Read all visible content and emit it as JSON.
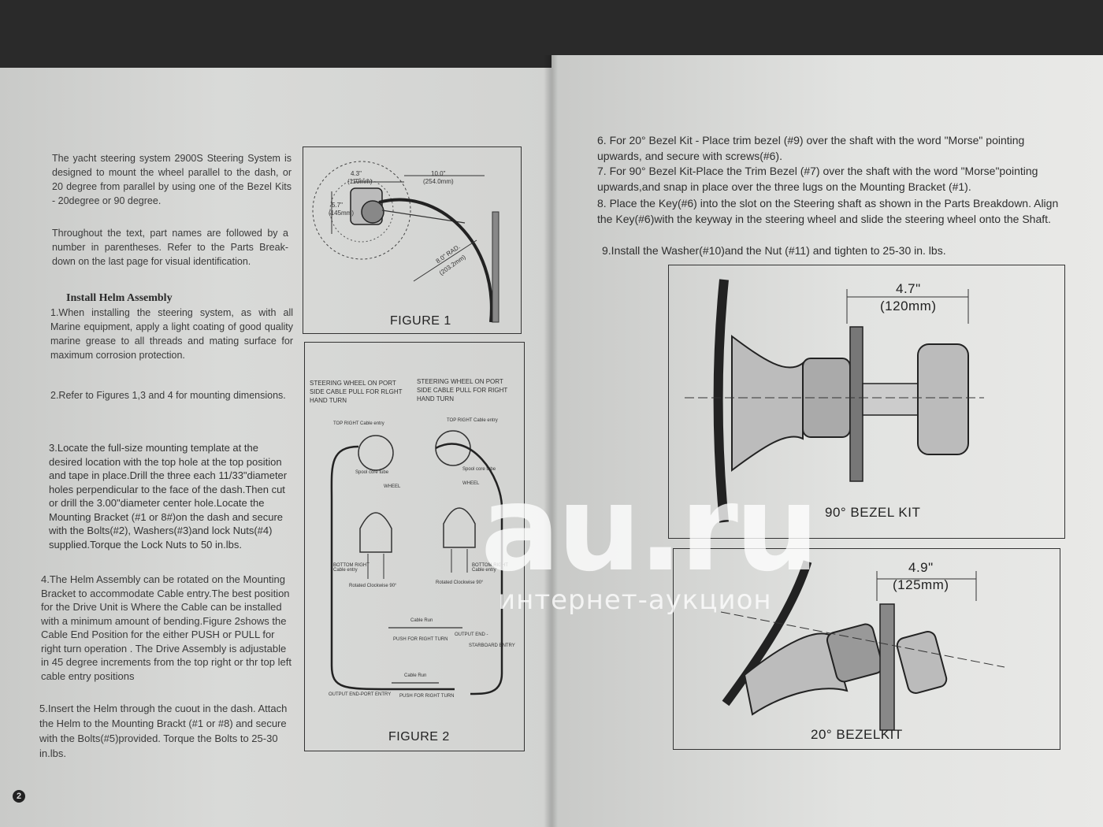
{
  "page_number": "2",
  "left": {
    "intro1": "The yacht steering system 2900S Steering System is designed to mount the wheel parallel to the dash, or 20 degree from parallel by using one of the Bezel Kits - 20degree or 90 degree.",
    "intro2": "Throughout the text, part names are followed by a number in parentheses. Refer to the Parts Break-down on the last page for visual identification.",
    "heading": "Install Helm Assembly",
    "step1": "1.When installing the steering system, as with all Marine equipment, apply a light coating of good quality marine grease to all threads and mating surface for maximum corrosion protection.",
    "step2": "2.Refer to Figures 1,3 and 4 for mounting dimensions.",
    "step3": "3.Locate the full-size mounting template at the desired location with the top hole at the top position and tape in place.Drill the three each 11/33\"diameter holes perpendicular to the face of the dash.Then cut or drill the 3.00\"diameter center hole.Locate the Mounting Bracket (#1 or 8#)on the dash and secure with the Bolts(#2), Washers(#3)and lock Nuts(#4) supplied.Torque the Lock Nuts to 50 in.lbs.",
    "step4": "4.The Helm Assembly can be rotated on the Mounting Bracket to accommodate Cable entry.The best position for the Drive Unit is Where the Cable can be installed with a minimum amount of bending.Figure 2shows the Cable End Position for the either PUSH or PULL for right turn operation . The Drive Assembly is adjustable in 45 degree increments from the top right or thr top left cable entry positions",
    "step5": "5.Insert the Helm through the cuout in the dash. Attach the Helm to the Mounting Brackt (#1 or #8) and secure with the Bolts(#5)provided. Torque the Bolts to 25-30 in.lbs."
  },
  "figure1": {
    "caption": "FIGURE 1",
    "dim_a": "4.3\"",
    "dim_a_mm": "(110mm)",
    "dim_b": "10.0\"",
    "dim_b_mm": "(254.0mm)",
    "dim_c": "5.7\"",
    "dim_c_mm": "(145mm)",
    "dim_r": "8.0\" RAD.",
    "dim_r_mm": "(203.2mm)"
  },
  "figure2": {
    "caption": "FIGURE 2",
    "left_title": "STEERING WHEEL ON PORT SIDE CABLE PULL FOR RLGHT HAND TURN",
    "right_title": "STEERING WHEEL ON PORT SIDE CABLE PULL FOR RIGHT HAND TURN",
    "top_right_l": "TOP RIGHT Cable entry",
    "top_right_r": "TOP RIGHT Cable entry",
    "spool_l": "Spool core tube",
    "spool_r": "Spool core tube",
    "wheel_l": "WHEEL",
    "wheel_r": "WHEEL",
    "bottom_l": "BOTTOM RIGHT Cable entry",
    "bottom_r": "BOTTOM RIGHT Cable entry",
    "rot_l": "Rotated Clockwise 90°",
    "rot_r": "Rotated Clockwise 90°",
    "cable_run_1": "Cable Run",
    "push_right": "PUSH FOR RIGHT TURN",
    "output_end": "OUTPUT END -",
    "starboard": "STARBOARD ENTRY",
    "cable_run_2": "Cable Run",
    "output_port": "OUTPUT END-PORT ENTRY",
    "push_right_2": "PUSH FOR RIGHT TURN"
  },
  "right": {
    "step6": "6. For 20° Bezel Kit - Place trim bezel (#9) over the shaft with the word \"Morse\" pointing upwards, and secure with screws(#6).",
    "step7": "7. For 90° Bezel Kit-Place the Trim Bezel (#7) over the shaft with the word \"Morse\"pointing upwards,and snap in place over the three lugs on the Mounting Bracket (#1).",
    "step8": "8. Place the Key(#6) into the slot on the Steering shaft as shown in the Parts Breakdown. Align the Key(#6)with the keyway in the steering wheel and slide the steering wheel onto the Shaft.",
    "step9": "9.Install the Washer(#10)and the Nut (#11) and tighten to 25-30 in. lbs."
  },
  "figure3": {
    "caption": "90° BEZEL KIT",
    "dim": "4.7\"",
    "dim_mm": "(120mm)"
  },
  "figure4": {
    "caption": "20° BEZELKIT",
    "dim": "4.9\"",
    "dim_mm": "(125mm)"
  },
  "watermark": {
    "logo": "au.ru",
    "tagline": "интернет-аукцион"
  }
}
